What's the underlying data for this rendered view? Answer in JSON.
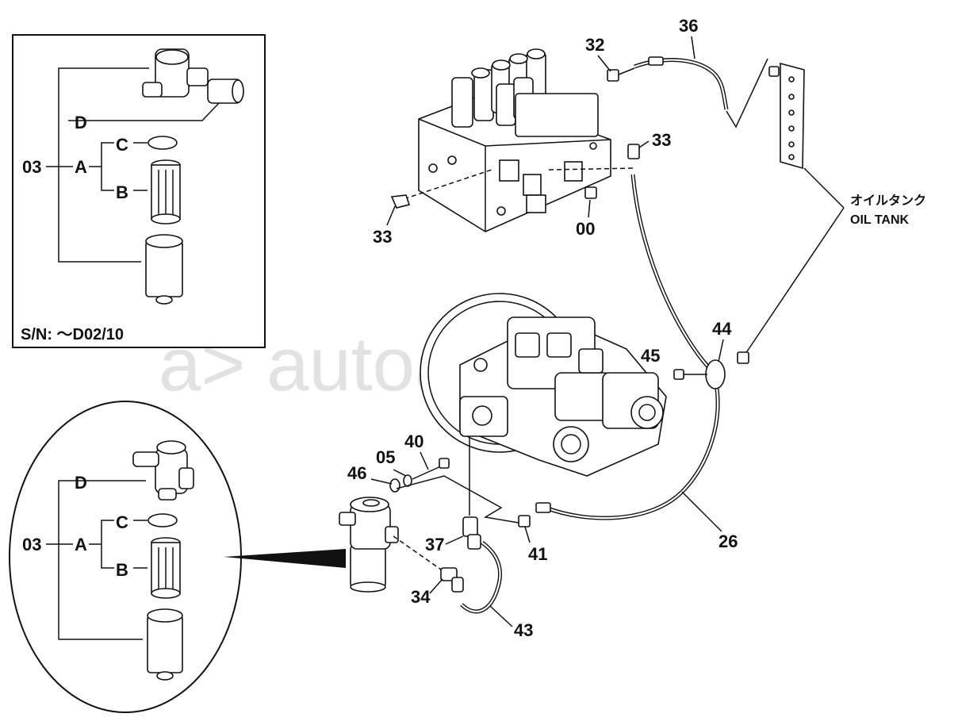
{
  "labels": {
    "p32": "32",
    "p36": "36",
    "p33a": "33",
    "p33b": "33",
    "p00": "00",
    "p44": "44",
    "p45": "45",
    "p40": "40",
    "p05": "05",
    "p46": "46",
    "p37": "37",
    "p41": "41",
    "p26": "26",
    "p34": "34",
    "p43": "43"
  },
  "oil_tank": {
    "jp": "オイルタンク",
    "en": "OIL TANK"
  },
  "inset_top": {
    "d": "D",
    "c": "C",
    "a": "A",
    "b": "B",
    "code": "03",
    "serial": "S/N: ～D02/10"
  },
  "inset_bottom": {
    "d": "D",
    "c": "C",
    "a": "A",
    "b": "B",
    "code": "03"
  },
  "watermark": "a> autoater.ru"
}
